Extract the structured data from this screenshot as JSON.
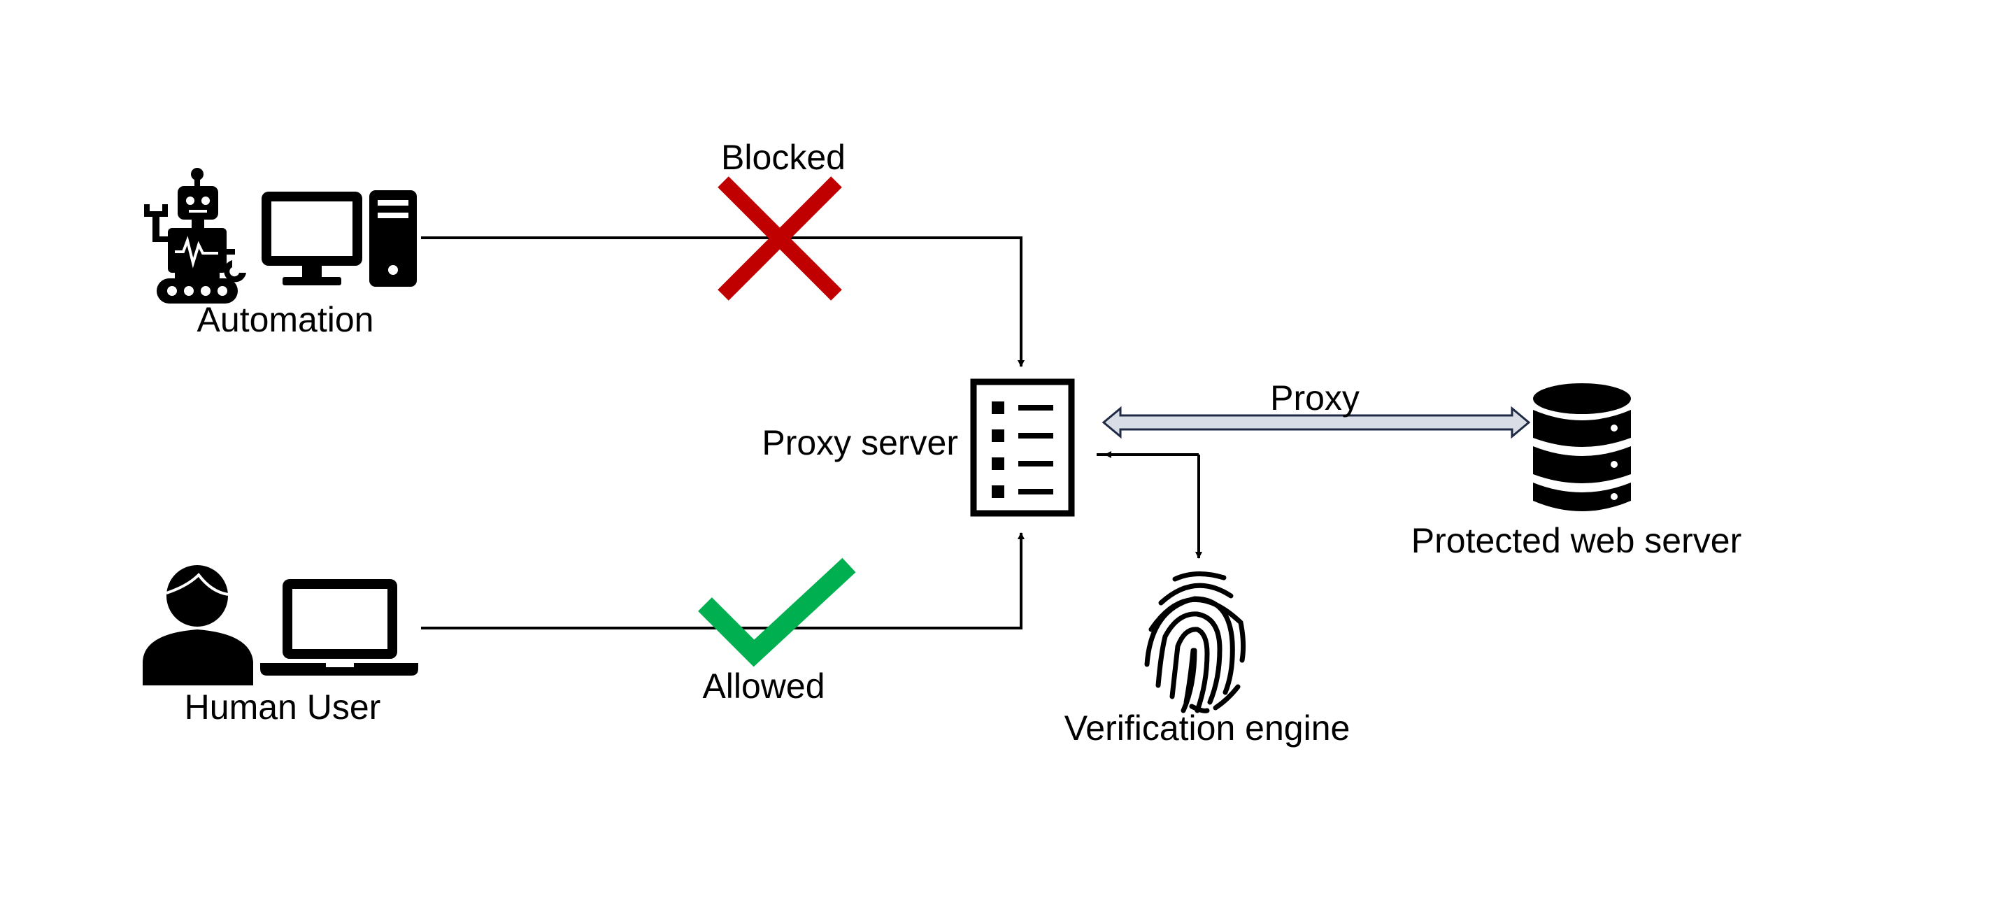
{
  "labels": {
    "automation": "Automation",
    "human_user": "Human User",
    "blocked": "Blocked",
    "allowed": "Allowed",
    "proxy_server": "Proxy server",
    "proxy": "Proxy",
    "protected_web_server": "Protected web server",
    "verification_engine": "Verification engine"
  },
  "icons": {
    "automation": [
      "robot-icon",
      "desktop-monitor-icon",
      "computer-tower-icon"
    ],
    "human_user": [
      "person-icon",
      "laptop-icon"
    ],
    "blocked": "cross-mark-icon",
    "allowed": "check-mark-icon",
    "proxy_server": "list-document-icon",
    "protected_web_server": "database-icon",
    "verification_engine": "fingerprint-icon"
  },
  "colors": {
    "blocked": "#c00000",
    "allowed": "#00b050",
    "proxy_arrow_fill": "#d9dde6",
    "proxy_arrow_stroke": "#1f2a44"
  }
}
